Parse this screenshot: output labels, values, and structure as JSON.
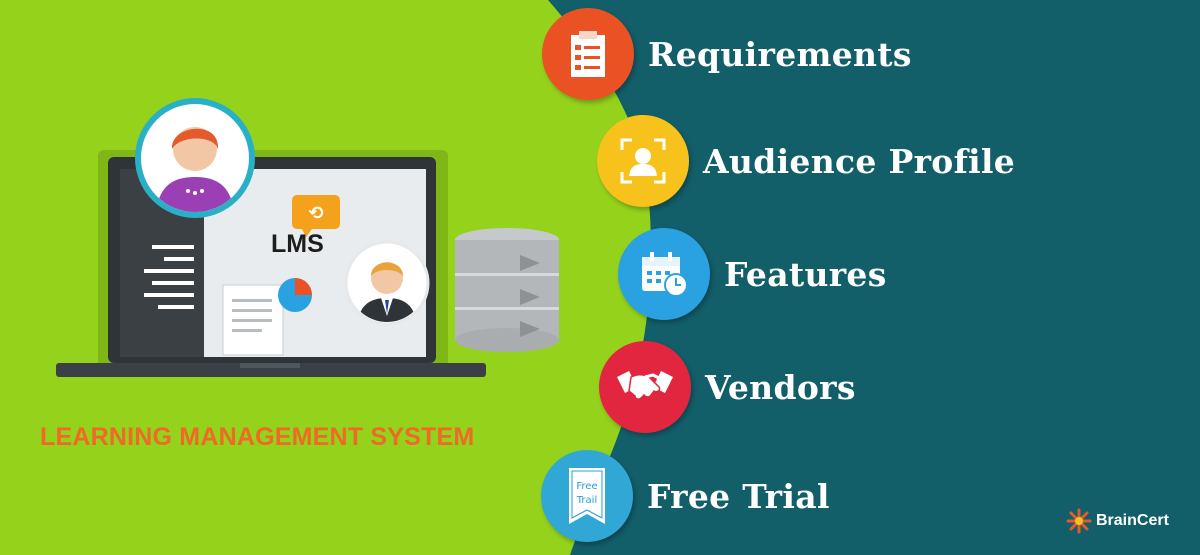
{
  "colors": {
    "left_bg": "#94d21c",
    "right_bg": "#125e69",
    "title_orange": "#ef6a25",
    "requirements_circle": "#ea5224",
    "audience_circle": "#f7c21c",
    "features_circle": "#2aa1e0",
    "vendors_circle": "#e3263f",
    "free_trial_circle": "#31a7d6"
  },
  "illustration": {
    "lms_label": "LMS",
    "title": "LEARNING MANAGEMENT SYSTEM"
  },
  "items": [
    {
      "label": "Requirements",
      "icon": "checklist-icon"
    },
    {
      "label": "Audience Profile",
      "icon": "profile-icon"
    },
    {
      "label": "Features",
      "icon": "calendar-clock-icon"
    },
    {
      "label": "Vendors",
      "icon": "handshake-icon"
    },
    {
      "label": "Free Trial",
      "icon": "free-trial-tag-icon",
      "badge_line1": "Free",
      "badge_line2": "Trail"
    }
  ],
  "brand": {
    "name": "BrainCert",
    "icon": "braincert-logo-icon"
  }
}
